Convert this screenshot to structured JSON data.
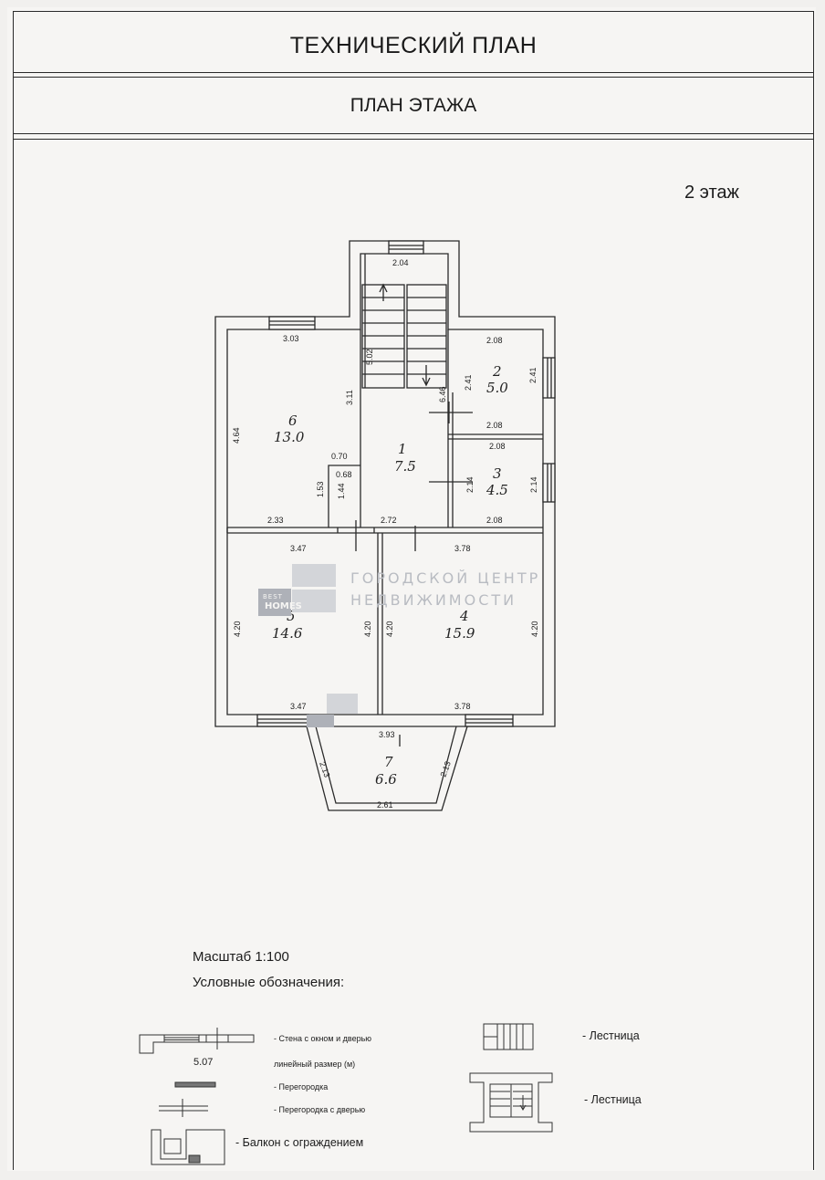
{
  "header": {
    "title": "ТЕХНИЧЕСКИЙ ПЛАН",
    "subtitle": "ПЛАН ЭТАЖА"
  },
  "floor_label": "2 этаж",
  "rooms": [
    {
      "num": "1",
      "area": "7.5"
    },
    {
      "num": "2",
      "area": "5.0"
    },
    {
      "num": "3",
      "area": "4.5"
    },
    {
      "num": "4",
      "area": "15.9"
    },
    {
      "num": "5",
      "area": "14.6"
    },
    {
      "num": "6",
      "area": "13.0"
    },
    {
      "num": "7",
      "area": "6.6"
    }
  ],
  "dimensions": {
    "stair_width": "2.04",
    "stair_length": "5.02",
    "stair_wall": "6.46",
    "r6_top": "3.03",
    "r6_side": "4.64",
    "r6_inner": "3.11",
    "r6_bottom": "2.33",
    "notch_w1": "0.70",
    "notch_w2": "0.68",
    "notch_h1": "1.53",
    "notch_h2": "1.44",
    "r2_top": "2.08",
    "r2_left": "2.41",
    "r2_right": "2.41",
    "r2_bottom": "2.08",
    "r3_top": "2.08",
    "r3_left": "2.14",
    "r3_right": "2.14",
    "r3_bottom": "2.08",
    "r1_bottom": "2.72",
    "r5_top": "3.47",
    "r5_left": "4.20",
    "r5_right": "4.20",
    "r5_bottom": "3.47",
    "r4_top": "3.78",
    "r4_left": "4.20",
    "r4_right": "4.20",
    "r4_bottom": "3.78",
    "r7_top": "3.93",
    "r7_left": "2.13",
    "r7_right": "2.13",
    "r7_bottom": "2.61"
  },
  "watermark": {
    "brand_top": "BEST",
    "brand_bottom": "HOMES",
    "line1": "ГОРОДСКОЙ ЦЕНТР",
    "line2": "НЕДВИЖИМОСТИ"
  },
  "scale_text": "Масштаб 1:100",
  "legend": {
    "title": "Условные обозначения:",
    "items": [
      "- Стена с окном и дверью",
      "линейный размер (м)",
      "- Перегородка",
      "- Перегородка с дверью",
      "- Балкон с ограждением",
      "- Лестница",
      "- Лестница"
    ],
    "sample_dimension": "5.07"
  }
}
